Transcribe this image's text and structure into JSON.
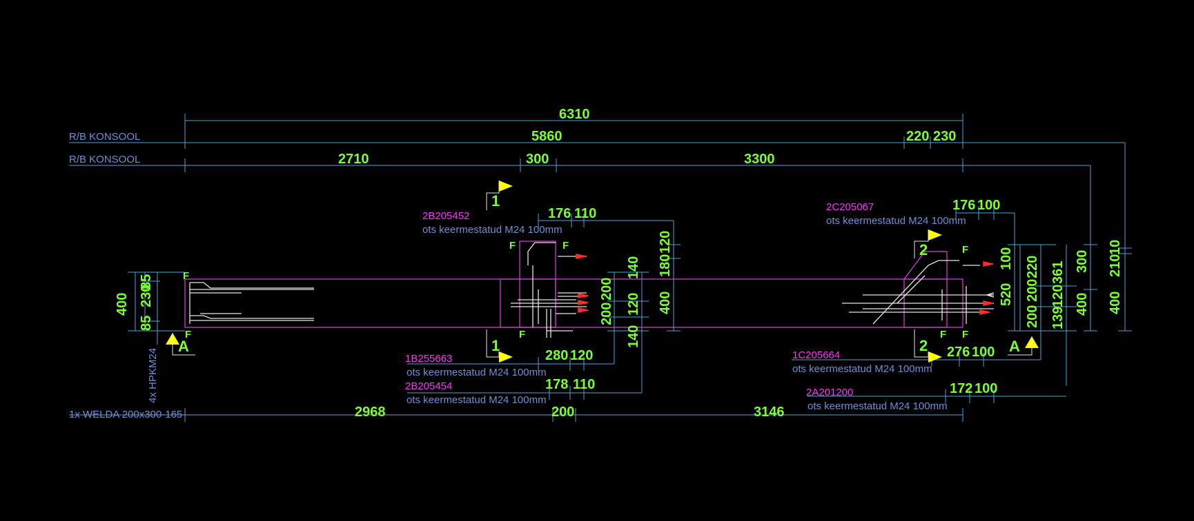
{
  "colors": {
    "background": "#000000",
    "dimension_line": "#4aa3dc",
    "dimension_text": "#7bff2e",
    "label_blue": "#6f8fd6",
    "mark_magenta": "#ff33ff",
    "beam_outline": "#e040e0",
    "rebar": "#e8e8e8",
    "anchor": "#ff2a2a",
    "section_flag": "#ffff00"
  },
  "labels": {
    "rb_konsool_1": "R/B KONSOOL",
    "rb_konsool_2": "R/B KONSOOL",
    "welda": "1x WELDA 200x300-165",
    "hpkm": "4x HPKM24"
  },
  "overall_dims": {
    "row1": [
      "6310"
    ],
    "row2": [
      "5860",
      "220",
      "230"
    ],
    "row3": [
      "2710",
      "300",
      "3300"
    ],
    "bottom": [
      "2968",
      "200",
      "3146"
    ]
  },
  "left_end_dims": [
    "400",
    "85",
    "230",
    "85"
  ],
  "left_block_dims": {
    "top": [
      "176",
      "110"
    ],
    "right_vertical": [
      "180",
      "120",
      "400"
    ],
    "inner_vertical": [
      "140",
      "120",
      "140"
    ],
    "inner_vertical2": [
      "200",
      "200"
    ],
    "bottom_a": [
      "280",
      "120"
    ],
    "bottom_b": [
      "178",
      "110"
    ]
  },
  "right_block_dims": {
    "top": [
      "176",
      "100"
    ],
    "inner_vertical": [
      "100",
      "520"
    ],
    "vert_a": [
      "220",
      "200",
      "200"
    ],
    "vert_b": [
      "361",
      "120",
      "139"
    ],
    "vert_c": [
      "300",
      "400"
    ],
    "vert_d": [
      "210",
      "10",
      "400"
    ],
    "bottom_a": [
      "276",
      "100"
    ],
    "bottom_b": [
      "172",
      "100"
    ]
  },
  "marks": [
    {
      "code": "2B205452",
      "desc": "ots keermestatud M24 100mm"
    },
    {
      "code": "1B255663",
      "desc": "ots keermestatud M24 100mm"
    },
    {
      "code": "2B205454",
      "desc": "ots keermestatud M24 100mm"
    },
    {
      "code": "2C205067",
      "desc": "ots keermestatud M24 100mm"
    },
    {
      "code": "1C205664",
      "desc": "ots keermestatud M24 100mm"
    },
    {
      "code": "2A201200",
      "desc": "ots keermestatud M24 100mm"
    }
  ],
  "section_markers": [
    "1",
    "1",
    "2",
    "2",
    "A",
    "A"
  ],
  "face_marks": [
    "F",
    "F",
    "F",
    "F",
    "F",
    "F",
    "F",
    "F"
  ]
}
